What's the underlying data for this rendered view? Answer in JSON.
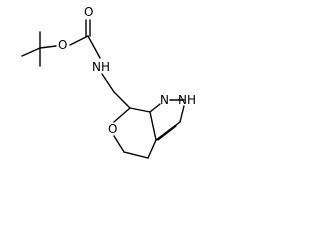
{
  "molecule": {
    "atoms": [
      {
        "id": "o-carbonyl",
        "label": "O"
      },
      {
        "id": "o-ester",
        "label": "O"
      },
      {
        "id": "n-carbamate",
        "label": "NH"
      },
      {
        "id": "n-pyrazole-1",
        "label": "N"
      },
      {
        "id": "n-pyrazole-2",
        "label": "NH"
      },
      {
        "id": "o-pyran",
        "label": "O"
      }
    ]
  }
}
